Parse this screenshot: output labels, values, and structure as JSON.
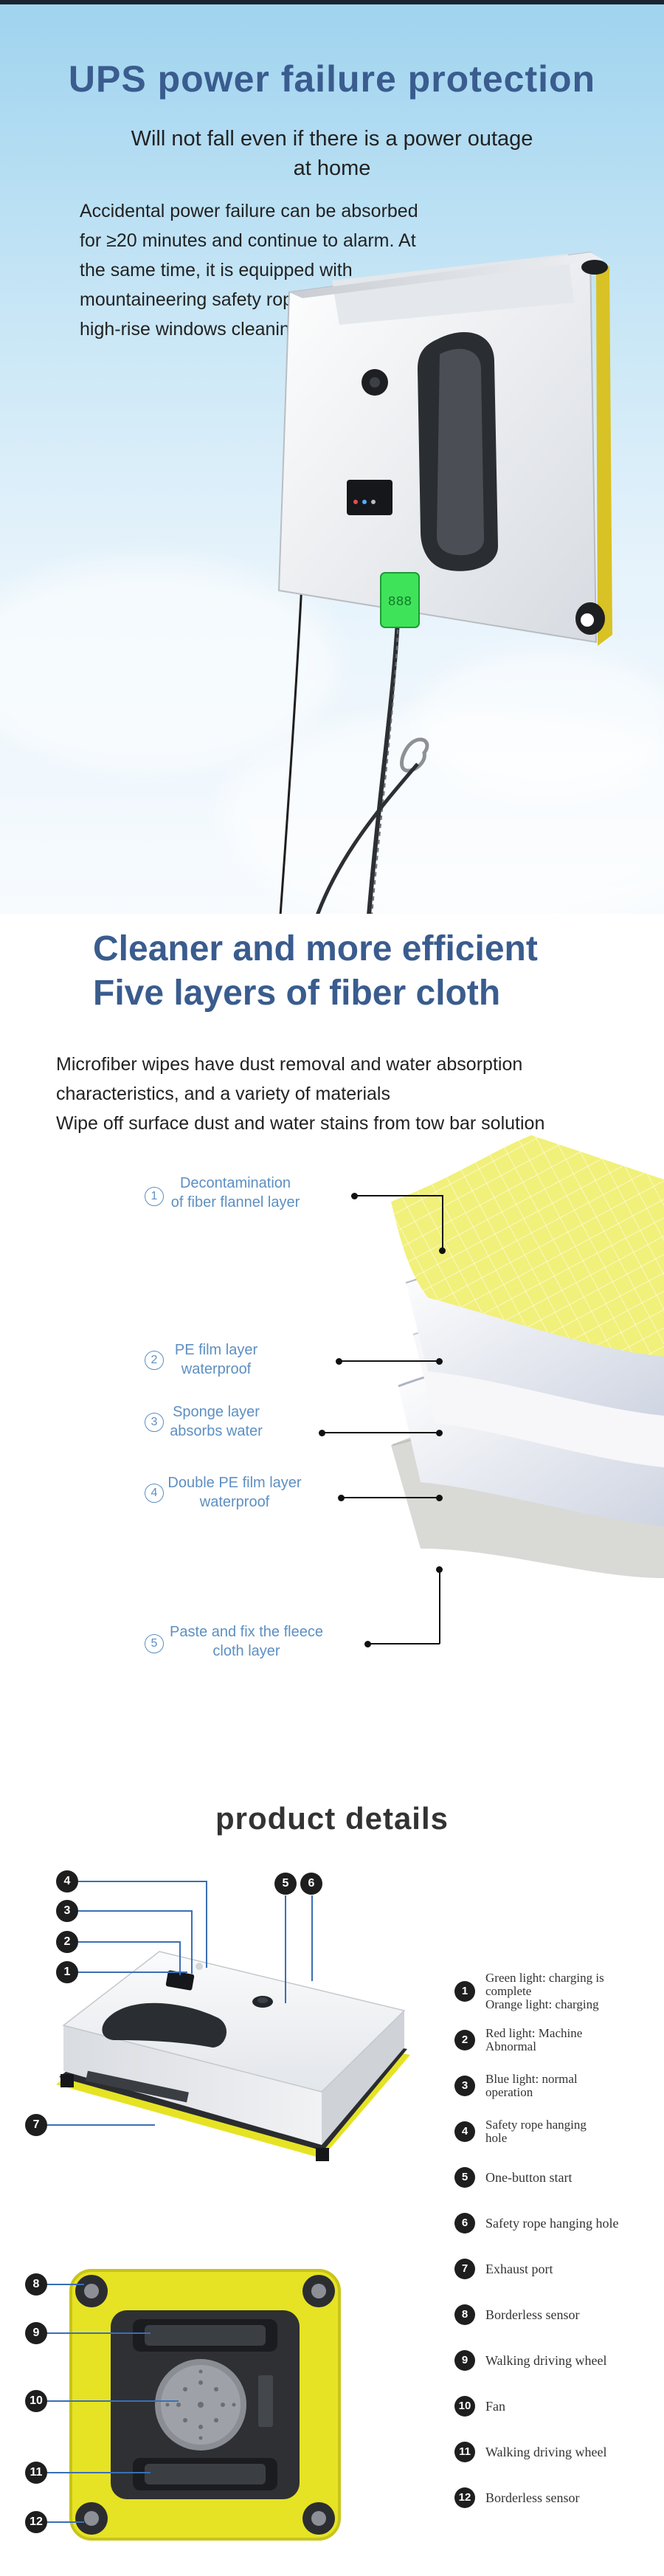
{
  "ups": {
    "title": "UPS power failure protection",
    "subtitle": "Will not fall even if there is a power outage at home",
    "description": "Accidental power failure can be absorbed for ≥20 minutes and continue to alarm. At the same time, it is equipped with mountaineering safety ropes to escort high-rise windows cleaning",
    "display_text": "888"
  },
  "fiber": {
    "title_line1": "Cleaner and more efficient",
    "title_line2": "Five layers of fiber cloth",
    "description_line1": "Microfiber wipes have dust removal and water absorption characteristics, and a variety of materials",
    "description_line2": "Wipe off surface dust and water stains from tow bar solution",
    "layers": [
      {
        "num": "1",
        "line1": "Decontamination",
        "line2": "of fiber flannel layer"
      },
      {
        "num": "2",
        "line1": "PE film layer",
        "line2": "waterproof"
      },
      {
        "num": "3",
        "line1": "Sponge layer",
        "line2": "absorbs water"
      },
      {
        "num": "4",
        "line1": "Double PE film layer",
        "line2": "waterproof"
      },
      {
        "num": "5",
        "line1": "Paste and fix the fleece",
        "line2": "cloth layer"
      }
    ],
    "colors": {
      "flannel": "#f1f07a",
      "film": "#eef0f6",
      "label": "#5d8fc2"
    }
  },
  "details": {
    "title": "product details",
    "callouts": [
      "1",
      "2",
      "3",
      "4",
      "5",
      "6",
      "7",
      "8",
      "9",
      "10",
      "11",
      "12"
    ],
    "legend": [
      {
        "num": "1",
        "text": "Green light: charging is\n          complete\nOrange light: charging"
      },
      {
        "num": "2",
        "text": "Red light: Machine\n         Abnormal"
      },
      {
        "num": "3",
        "text": "Blue light: normal\n          operation"
      },
      {
        "num": "4",
        "text": "Safety rope hanging\nhole"
      },
      {
        "num": "5",
        "text": "One-button start"
      },
      {
        "num": "6",
        "text": "Safety rope hanging hole"
      },
      {
        "num": "7",
        "text": "Exhaust port"
      },
      {
        "num": "8",
        "text": "Borderless sensor"
      },
      {
        "num": "9",
        "text": "Walking driving wheel"
      },
      {
        "num": "10",
        "text": "Fan"
      },
      {
        "num": "11",
        "text": "Walking driving wheel"
      },
      {
        "num": "12",
        "text": "Borderless sensor"
      }
    ],
    "colors": {
      "pad": "#e6e324",
      "body": "#f2f3f5",
      "callout": "#1e1e1e",
      "leader": "#3b6fb5"
    }
  }
}
